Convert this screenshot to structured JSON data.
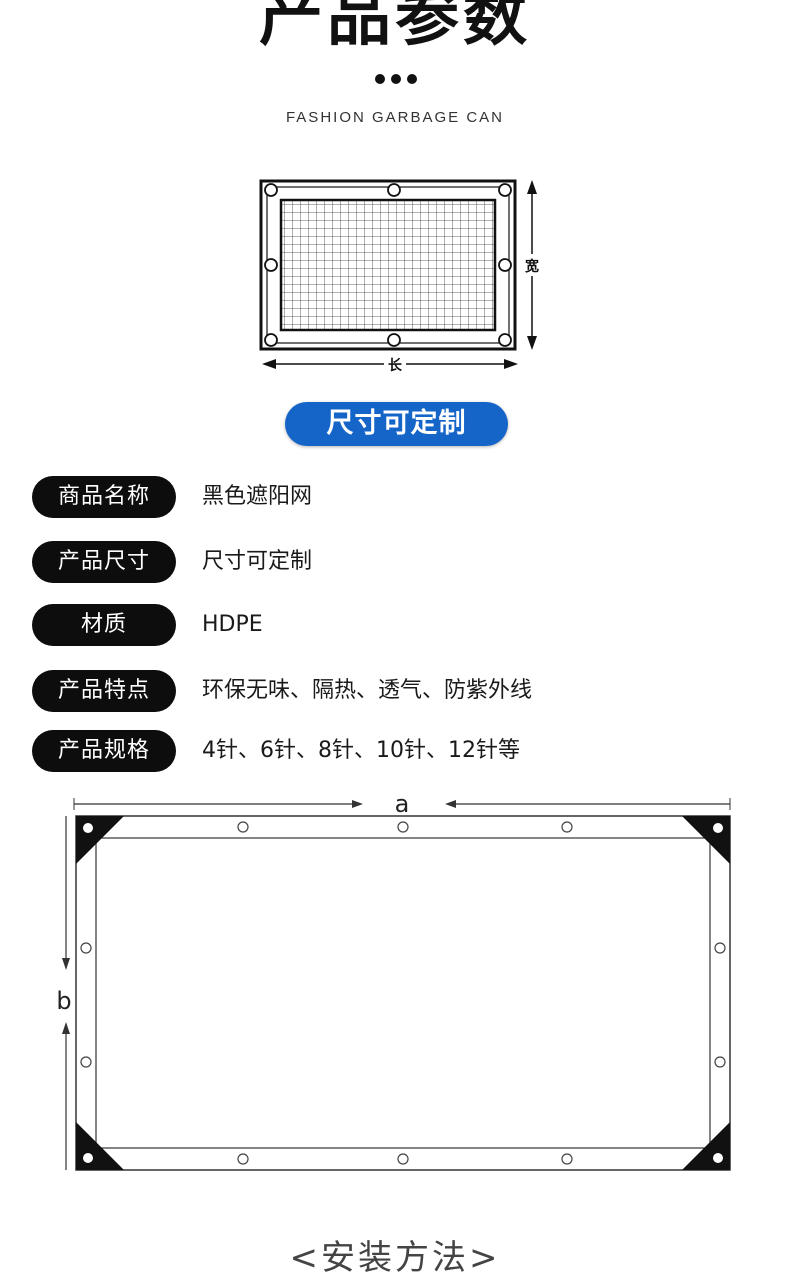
{
  "header": {
    "title": "产品参数",
    "subtitle": "FASHION GARBAGE CAN"
  },
  "diagram_top": {
    "width_label": "宽",
    "length_label": "长"
  },
  "size_pill": "尺寸可定制",
  "specs": [
    {
      "label": "商品名称",
      "value": "黑色遮阳网"
    },
    {
      "label": "产品尺寸",
      "value": "尺寸可定制"
    },
    {
      "label": "材质",
      "value": "HDPE"
    },
    {
      "label": "产品特点",
      "value": "环保无味、隔热、透气、防紫外线"
    },
    {
      "label": "产品规格",
      "value": "4针、6针、8针、10针、12针等"
    }
  ],
  "diagram_bottom": {
    "a_label": "a",
    "b_label": "b"
  },
  "install_title": "<安装方法>",
  "colors": {
    "accent_blue": "#1565c8",
    "label_black": "#0d0d0d"
  }
}
